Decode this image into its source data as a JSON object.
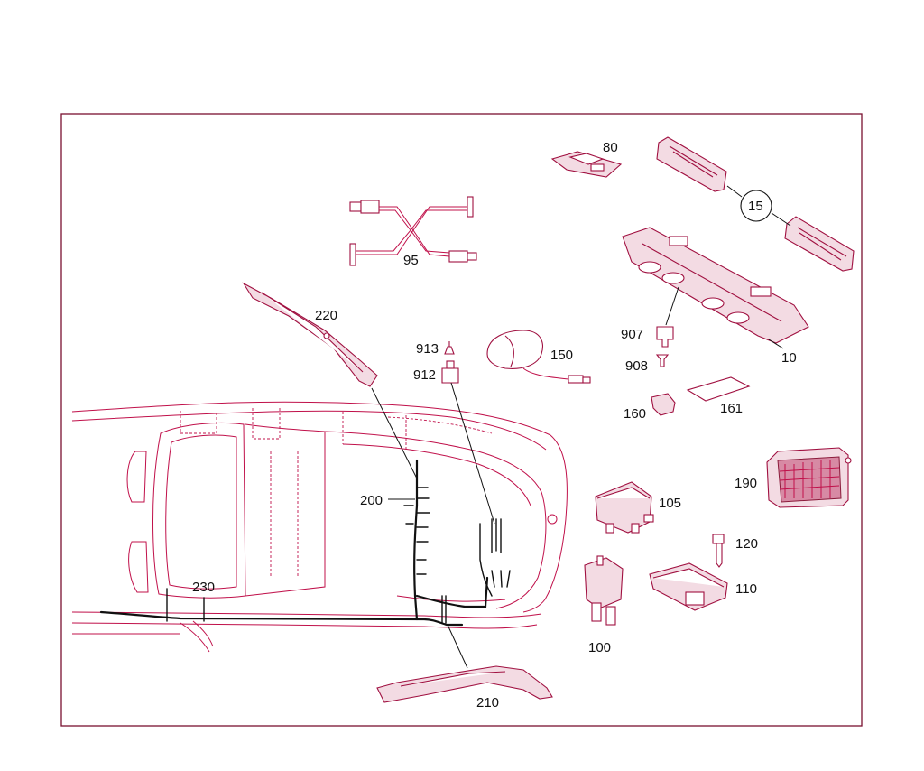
{
  "callouts": {
    "c10": "10",
    "c15": "15",
    "c80": "80",
    "c95": "95",
    "c100": "100",
    "c105": "105",
    "c110": "110",
    "c120": "120",
    "c150": "150",
    "c160": "160",
    "c161": "161",
    "c190": "190",
    "c200": "200",
    "c210": "210",
    "c220": "220",
    "c230": "230",
    "c907": "907",
    "c908": "908",
    "c912": "912",
    "c913": "913"
  },
  "colors": {
    "frame": "#7a1030",
    "drawing": "#c0104a",
    "harness": "#111111"
  }
}
